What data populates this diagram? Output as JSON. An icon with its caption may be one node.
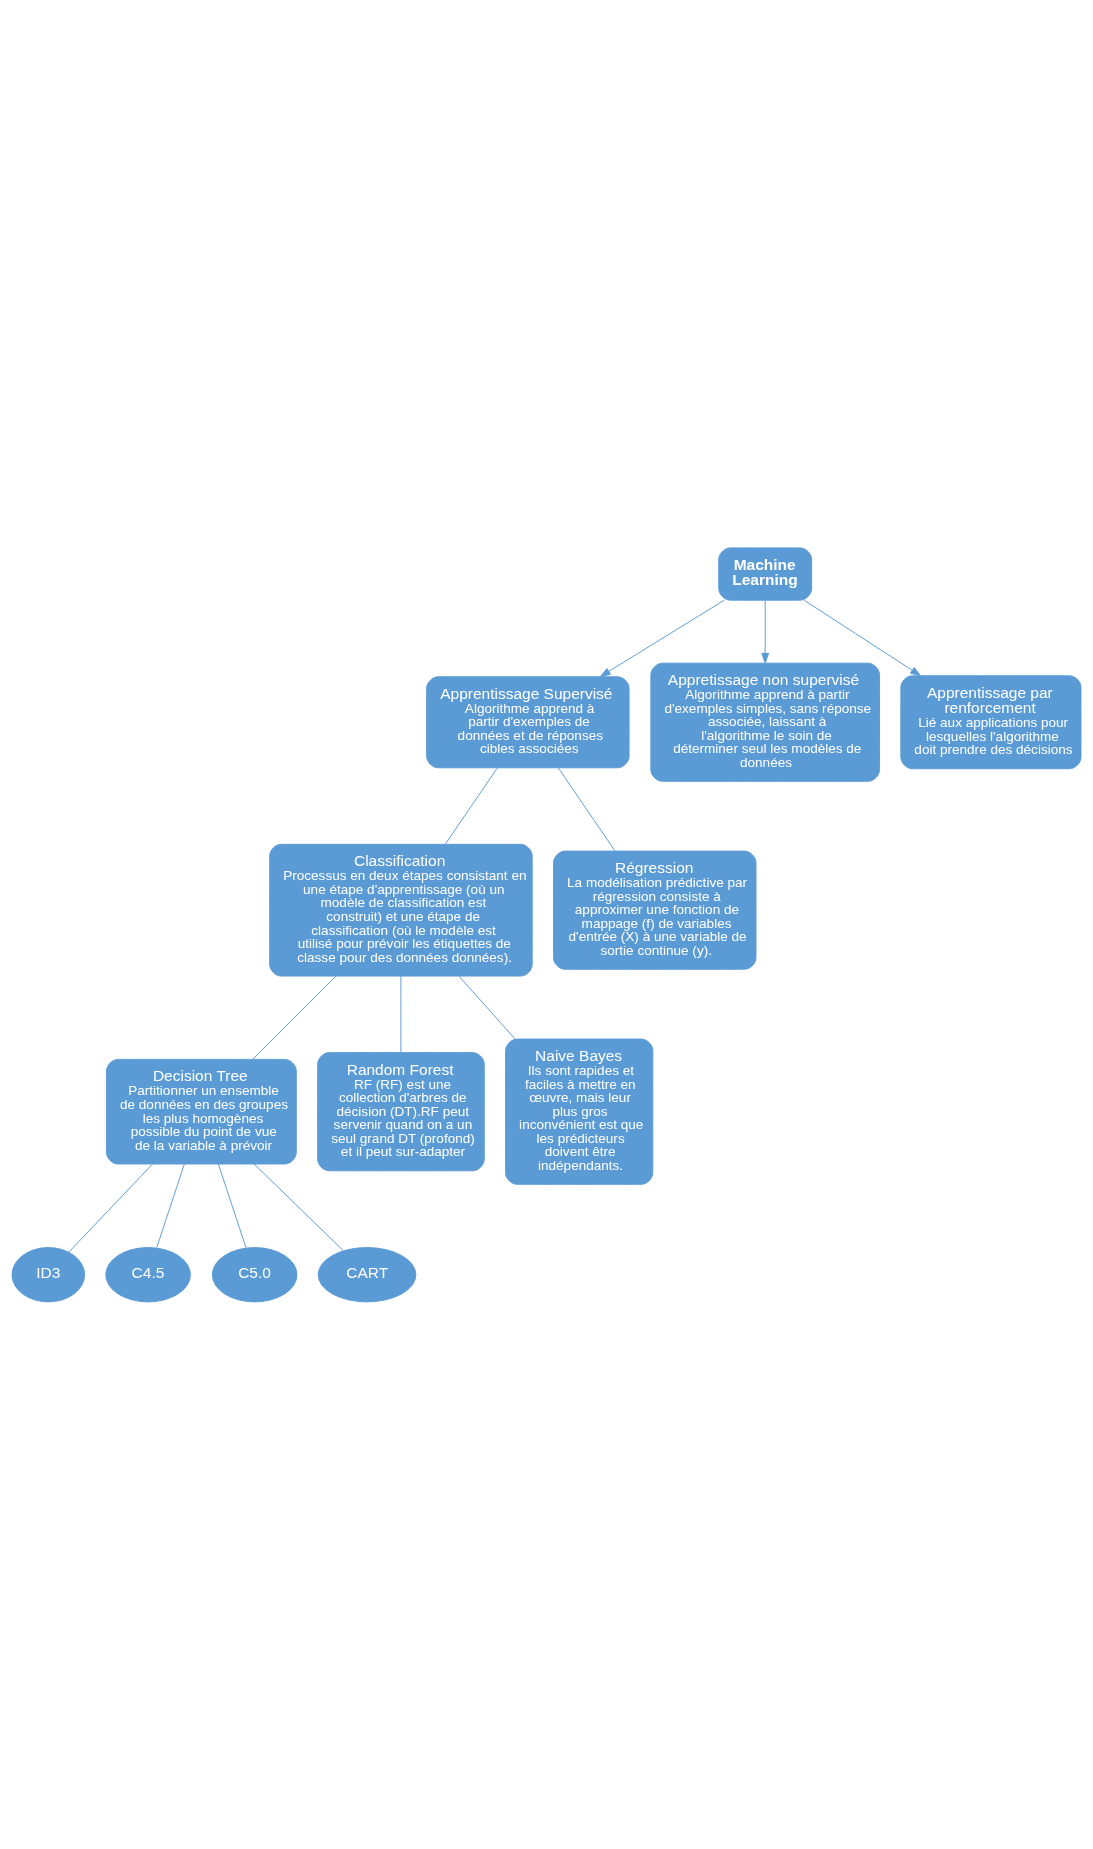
{
  "diagram": {
    "nodes": [
      {
        "text": [
          "Machine Learning"
        ]
      },
      {
        "text": [
          "Apprentissage Supervisé",
          "Algorithme apprend à partir d'exemples de données et de réponses cibles associées"
        ]
      },
      {
        "text": [
          "Appretissage non supervisé",
          "Algorithme apprend à partir d'exemples simples, sans réponse associée, laissant à l'algorithme le soin de déterminer seul les modèles de données"
        ]
      },
      {
        "text": [
          "Apprentissage par renforcement",
          "Lié aux applications pour lesquelles l'algorithme doit prendre des décisions"
        ]
      },
      {
        "text": [
          "Classification",
          "Processus en deux étapes consistant en une étape d'apprentissage (où un modèle de classification est construit) et une étape de classification (où le modèle est utilisé pour prévoir les étiquettes de classe pour des données données)."
        ]
      },
      {
        "text": [
          "Régression",
          "La modélisation prédictive par régression consiste à approximer une fonction de mappage (f) de variables d'entrée (X) à une variable de sortie continue (y)."
        ]
      },
      {
        "text": [
          "Decision Tree",
          "Partitionner un ensemble de données en des groupes les plus homogènes possible du point de vue de la variable à prévoir"
        ]
      },
      {
        "text": [
          "Random Forest",
          "RF (RF) est une collection d'arbres de décision (DT).RF peut servenir quand on a un seul grand DT (profond) et il peut sur-adapter"
        ]
      },
      {
        "text": [
          "Naive Bayes",
          "Ils sont rapides et faciles à mettre en œuvre, mais leur plus gros inconvénient est que les prédicteurs doivent être indépendants."
        ]
      },
      {
        "text": [
          "ID3"
        ]
      },
      {
        "text": [
          "C4.5"
        ]
      },
      {
        "text": [
          "C5.0"
        ]
      },
      {
        "text": [
          "CART"
        ]
      }
    ],
    "edges": [
      {
        "from": 0,
        "to": 1,
        "arrow": "to"
      },
      {
        "from": 0,
        "to": 2,
        "arrow": "to"
      },
      {
        "from": 0,
        "to": 3,
        "arrow": "to"
      },
      {
        "from": 1,
        "to": 4,
        "arrow": "none"
      },
      {
        "from": 1,
        "to": 5,
        "arrow": "none"
      },
      {
        "from": 4,
        "to": 6,
        "arrow": "none"
      },
      {
        "from": 4,
        "to": 7,
        "arrow": "none"
      },
      {
        "from": 4,
        "to": 8,
        "arrow": "none"
      },
      {
        "from": 6,
        "to": 9,
        "arrow": "none"
      },
      {
        "from": 6,
        "to": 10,
        "arrow": "none"
      },
      {
        "from": 6,
        "to": 11,
        "arrow": "none"
      },
      {
        "from": 6,
        "to": 12,
        "arrow": "none"
      }
    ]
  }
}
